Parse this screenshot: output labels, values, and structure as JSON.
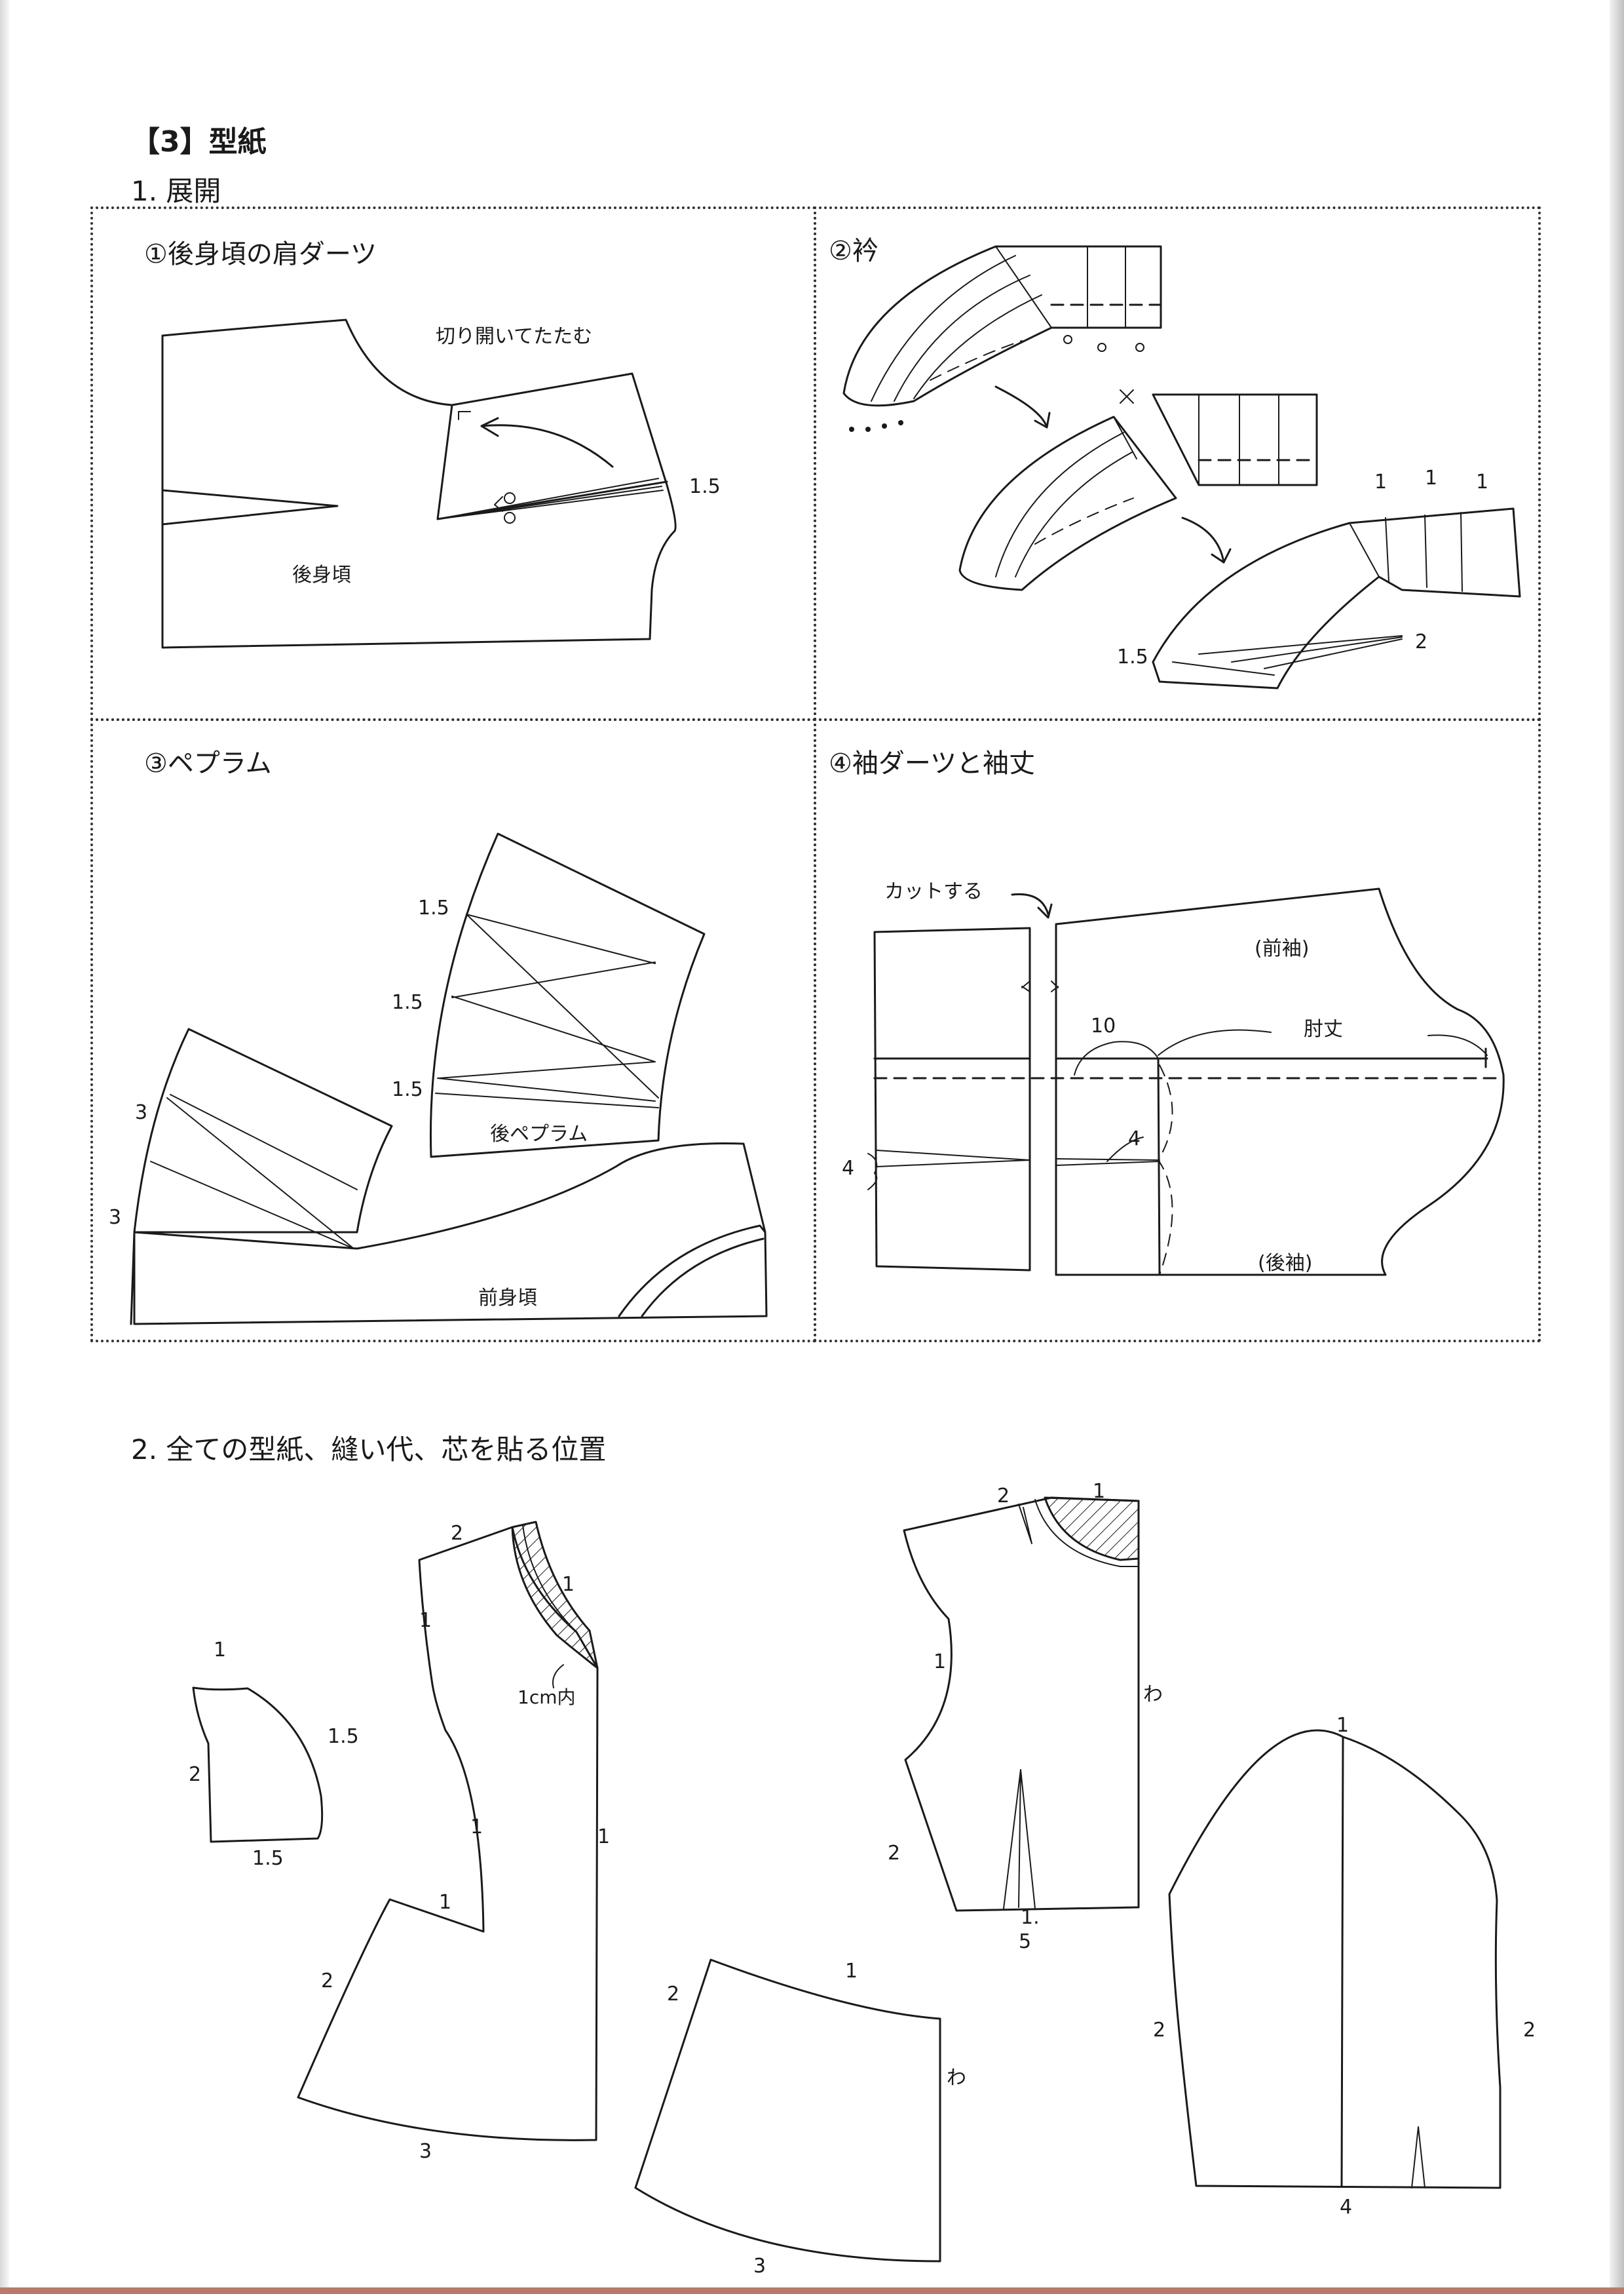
{
  "title": "【3】型紙",
  "section1": {
    "heading": "1. 展開",
    "panels": [
      {
        "title": "①後身頃の肩ダーツ",
        "labels": {
          "instruction": "切り開いてたたむ",
          "piece": "後身頃",
          "measure": "1.5"
        }
      },
      {
        "title": "②衿",
        "labels": {
          "one_a": "1",
          "one_b": "1",
          "one_c": "1",
          "measure_15": "1.5",
          "measure_2": "2"
        }
      },
      {
        "title": "③ペプラム",
        "labels": {
          "back_peplum": "後ペプラム",
          "front_bodice": "前身頃",
          "m15_a": "1.5",
          "m15_b": "1.5",
          "m15_c": "1.5",
          "m3_a": "3",
          "m3_b": "3"
        }
      },
      {
        "title": "④袖ダーツと袖丈",
        "labels": {
          "cut": "カットする",
          "front_sleeve": "(前袖)",
          "back_sleeve": "(後袖)",
          "elbow": "肘丈",
          "m10": "10",
          "m4_a": "4",
          "m4_b": "4"
        }
      }
    ]
  },
  "section2": {
    "heading": "2. 全ての型紙、縫い代、芯を貼る位置",
    "collar_piece": {
      "n1": "1",
      "n2": "2",
      "n15_a": "1.5",
      "n15_b": "1.5"
    },
    "front_piece": {
      "n2_top": "2",
      "n1_top": "1",
      "n1_left": "1",
      "n1_mid": "1",
      "n1_right": "1",
      "n1_notch": "1",
      "n2_left": "2",
      "n3": "3",
      "inner": "1cm内"
    },
    "peplum_piece": {
      "n1": "1",
      "n2": "2",
      "n3": "3",
      "fold": "わ"
    },
    "back_piece": {
      "n2_top": "2",
      "n1_top": "1",
      "n1_left": "1",
      "n2_left": "2",
      "fold": "わ",
      "n15": "1.",
      "n5": "5"
    },
    "sleeve_piece": {
      "n1": "1",
      "n2_left": "2",
      "n2_right": "2",
      "n4": "4"
    }
  }
}
